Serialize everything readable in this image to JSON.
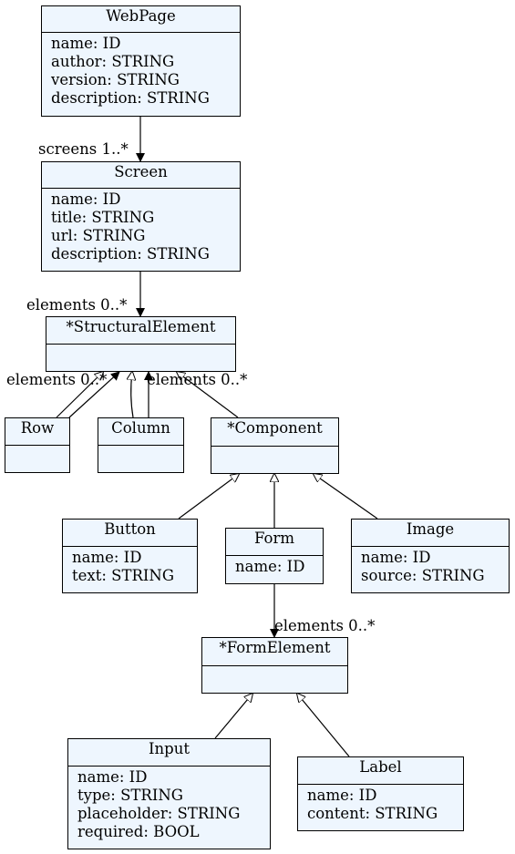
{
  "classes": {
    "webpage": {
      "name": "WebPage",
      "attrs": [
        "name: ID",
        "author: STRING",
        "version: STRING",
        "description: STRING"
      ]
    },
    "screen": {
      "name": "Screen",
      "attrs": [
        "name: ID",
        "title: STRING",
        "url: STRING",
        "description: STRING"
      ]
    },
    "structural_element": {
      "name": "*StructuralElement",
      "attrs": []
    },
    "row": {
      "name": "Row",
      "attrs": []
    },
    "column": {
      "name": "Column",
      "attrs": []
    },
    "component": {
      "name": "*Component",
      "attrs": []
    },
    "button": {
      "name": "Button",
      "attrs": [
        "name: ID",
        "text: STRING"
      ]
    },
    "form": {
      "name": "Form",
      "attrs": [
        "name: ID"
      ]
    },
    "image": {
      "name": "Image",
      "attrs": [
        "name: ID",
        "source: STRING"
      ]
    },
    "form_element": {
      "name": "*FormElement",
      "attrs": []
    },
    "input": {
      "name": "Input",
      "attrs": [
        "name: ID",
        "type: STRING",
        "placeholder: STRING",
        "required: BOOL"
      ]
    },
    "label": {
      "name": "Label",
      "attrs": [
        "name: ID",
        "content: STRING"
      ]
    }
  },
  "edge_labels": {
    "screens": "screens 1..*",
    "elements_screen": "elements 0..*",
    "elements_row": "elements 0..*",
    "elements_column": "elements 0..*",
    "elements_form": "elements 0..*"
  }
}
